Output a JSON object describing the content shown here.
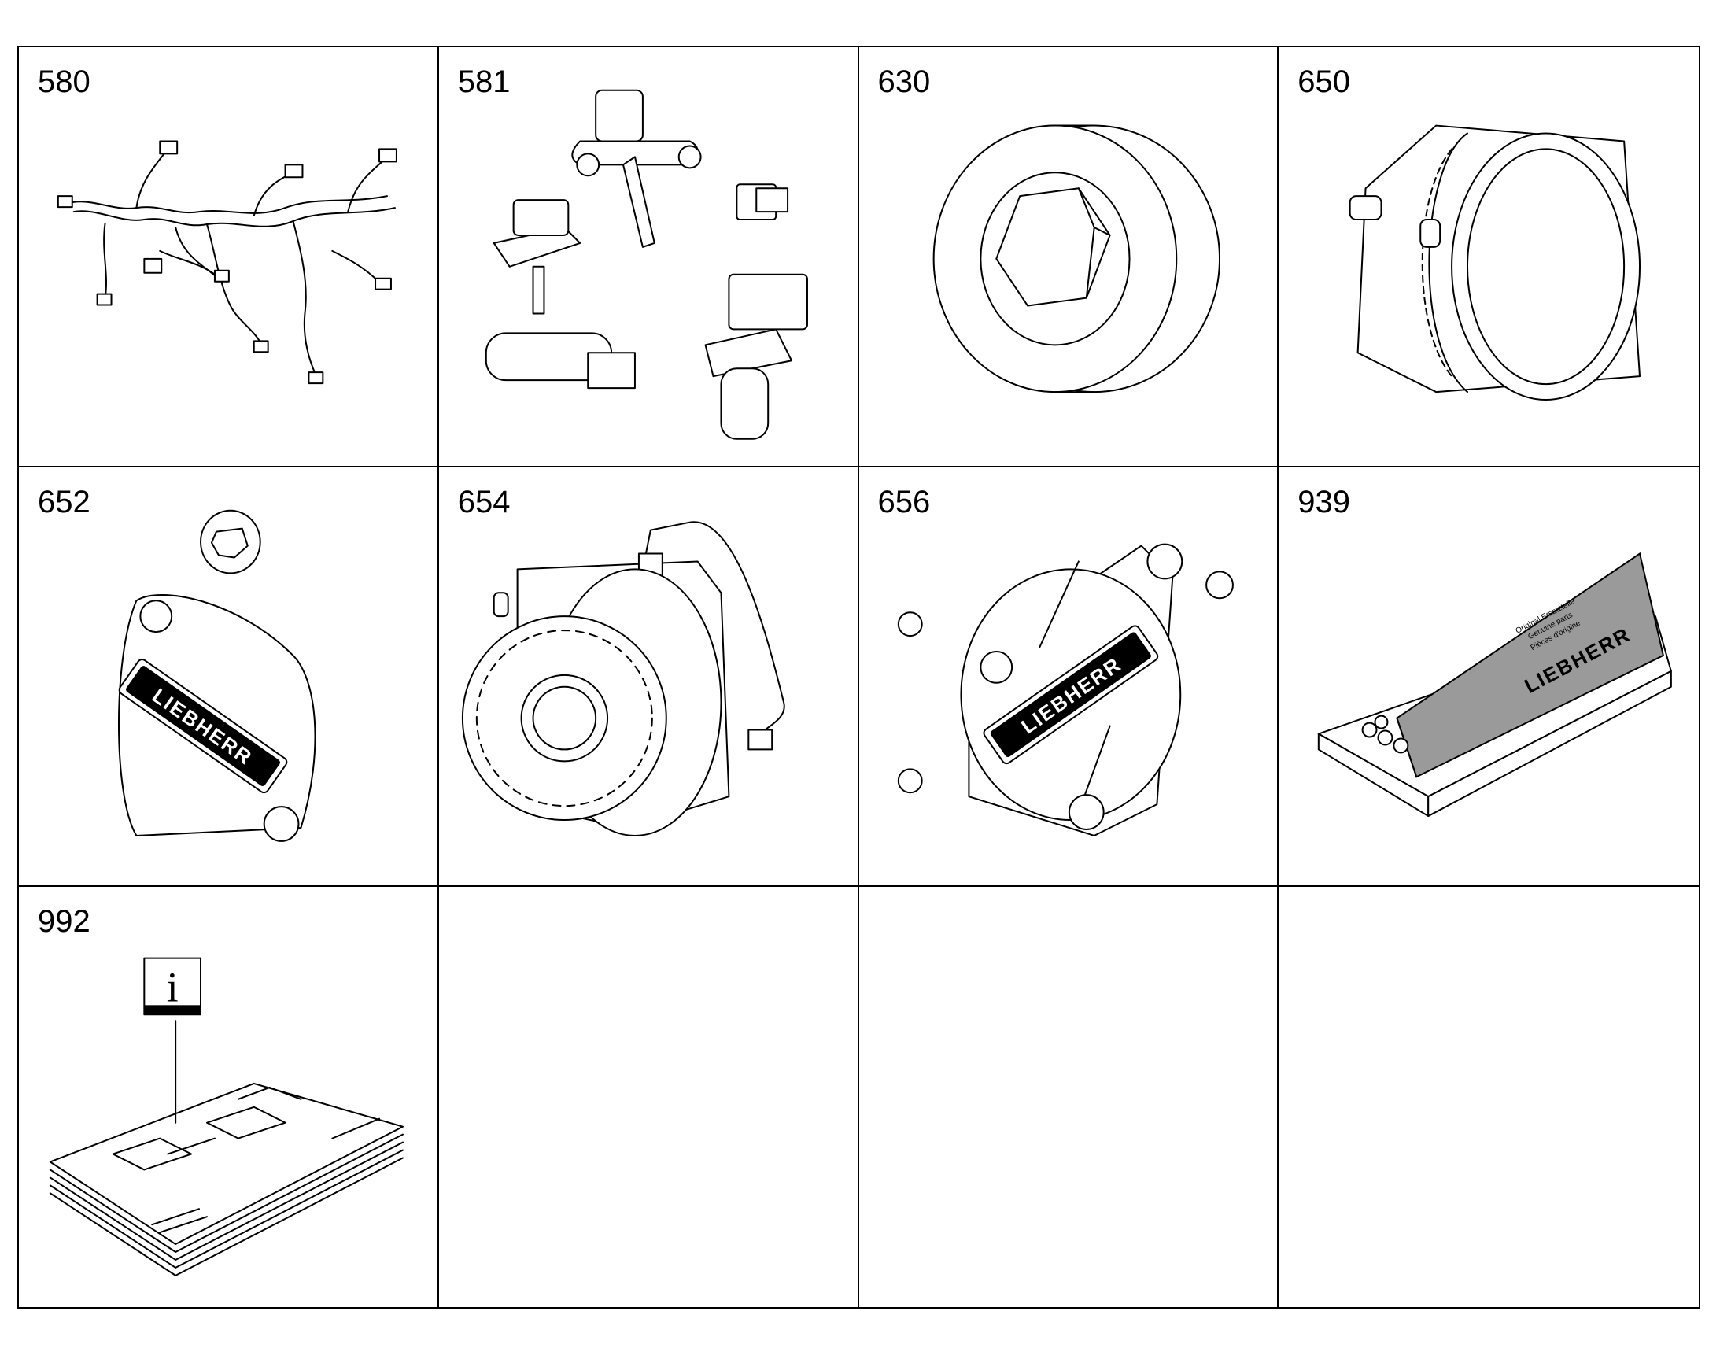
{
  "cells": [
    {
      "number": "580",
      "icon": "wiring-harness-icon"
    },
    {
      "number": "581",
      "icon": "sensor-set-icon"
    },
    {
      "number": "630",
      "icon": "screw-plug-icon"
    },
    {
      "number": "650",
      "icon": "housing-cover-icon"
    },
    {
      "number": "652",
      "icon": "cover-plate-icon",
      "logo": "LIEBHERR"
    },
    {
      "number": "654",
      "icon": "high-pressure-pump-icon"
    },
    {
      "number": "656",
      "icon": "cover-flange-icon",
      "logo": "LIEBHERR"
    },
    {
      "number": "939",
      "icon": "seal-kit-box-icon",
      "logo": "LIEBHERR",
      "box_text": [
        "Original Ersatzteile",
        "Genuine parts",
        "Pièces d'origine"
      ]
    },
    {
      "number": "992",
      "icon": "documentation-icon",
      "info_letter": "i"
    },
    {
      "number": ""
    },
    {
      "number": ""
    },
    {
      "number": ""
    }
  ]
}
